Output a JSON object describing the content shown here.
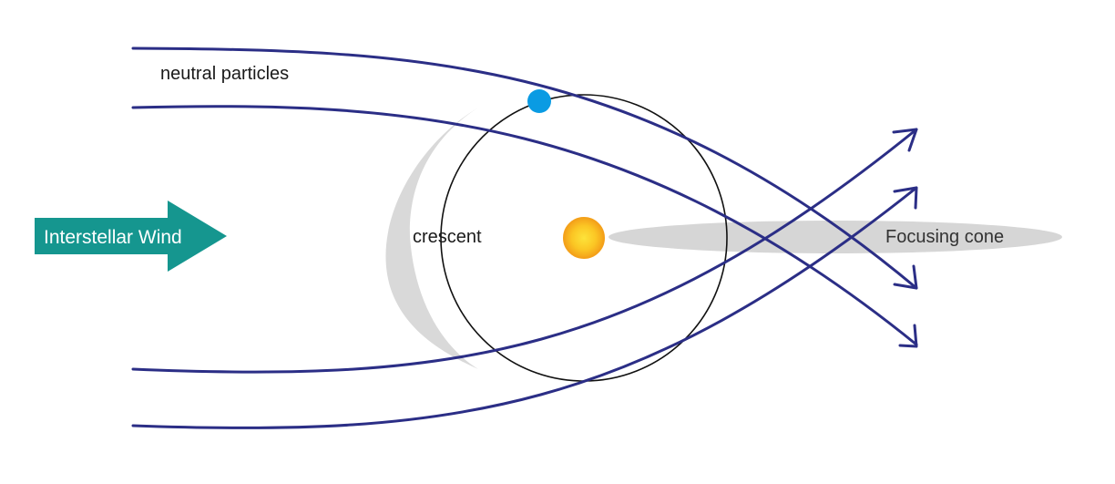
{
  "labels": {
    "interstellar_wind": "Interstellar Wind",
    "neutral_particles": "neutral particles",
    "crescent": "crescent",
    "focusing_cone": "Focusing cone"
  },
  "colors": {
    "wind_arrow": "#15968f",
    "trajectory": "#2b2e86",
    "earth": "#0a9be3",
    "sun_outer": "#f7a91b",
    "sun_inner": "#fdd52e",
    "crescent": "#d9d9d9",
    "focusing_cone": "#d6d6d6",
    "orbit": "#111111"
  },
  "icons": {
    "sun": "sun-icon",
    "earth": "earth-icon"
  }
}
